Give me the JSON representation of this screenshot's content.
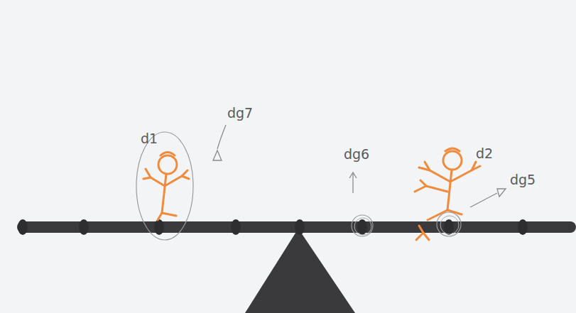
{
  "diagram": {
    "labels": [
      "d1",
      "dg7",
      "dg6",
      "d2",
      "dg5"
    ]
  }
}
